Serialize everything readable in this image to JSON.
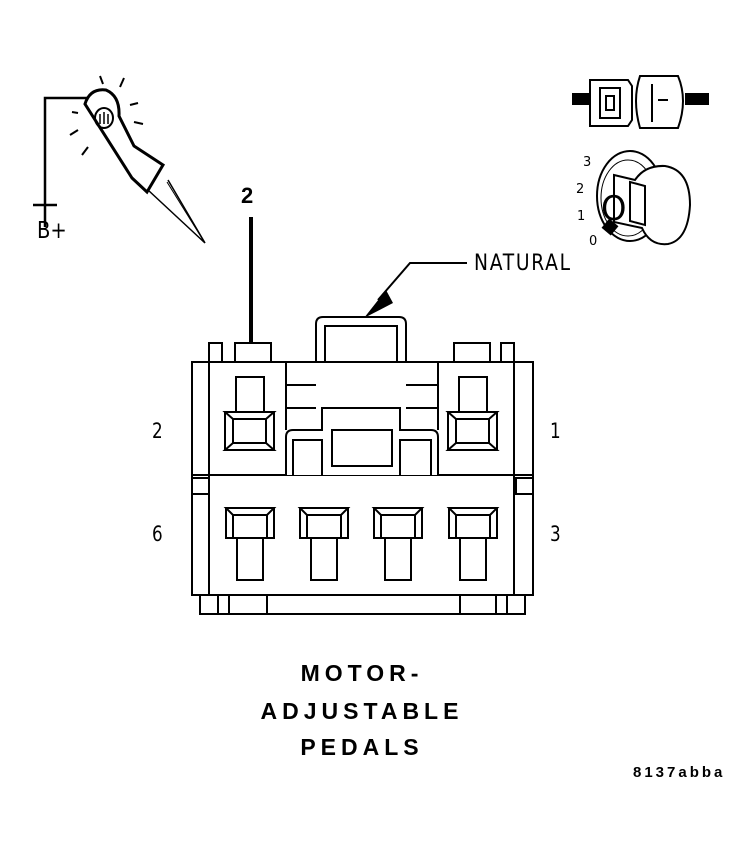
{
  "labels": {
    "battery": "B+",
    "callout": "2",
    "natural": "NATURAL",
    "pin_top_left": "2",
    "pin_top_right": "1",
    "pin_bottom_left": "6",
    "pin_bottom_right": "3",
    "ignition_positions": [
      "3",
      "2",
      "1",
      "0"
    ],
    "key_label": "O"
  },
  "title_lines": [
    "MOTOR-",
    "ADJUSTABLE",
    "PEDALS"
  ],
  "figure_id": "8137abba",
  "colors": {
    "ink": "#000000",
    "paper": "#ffffff"
  }
}
